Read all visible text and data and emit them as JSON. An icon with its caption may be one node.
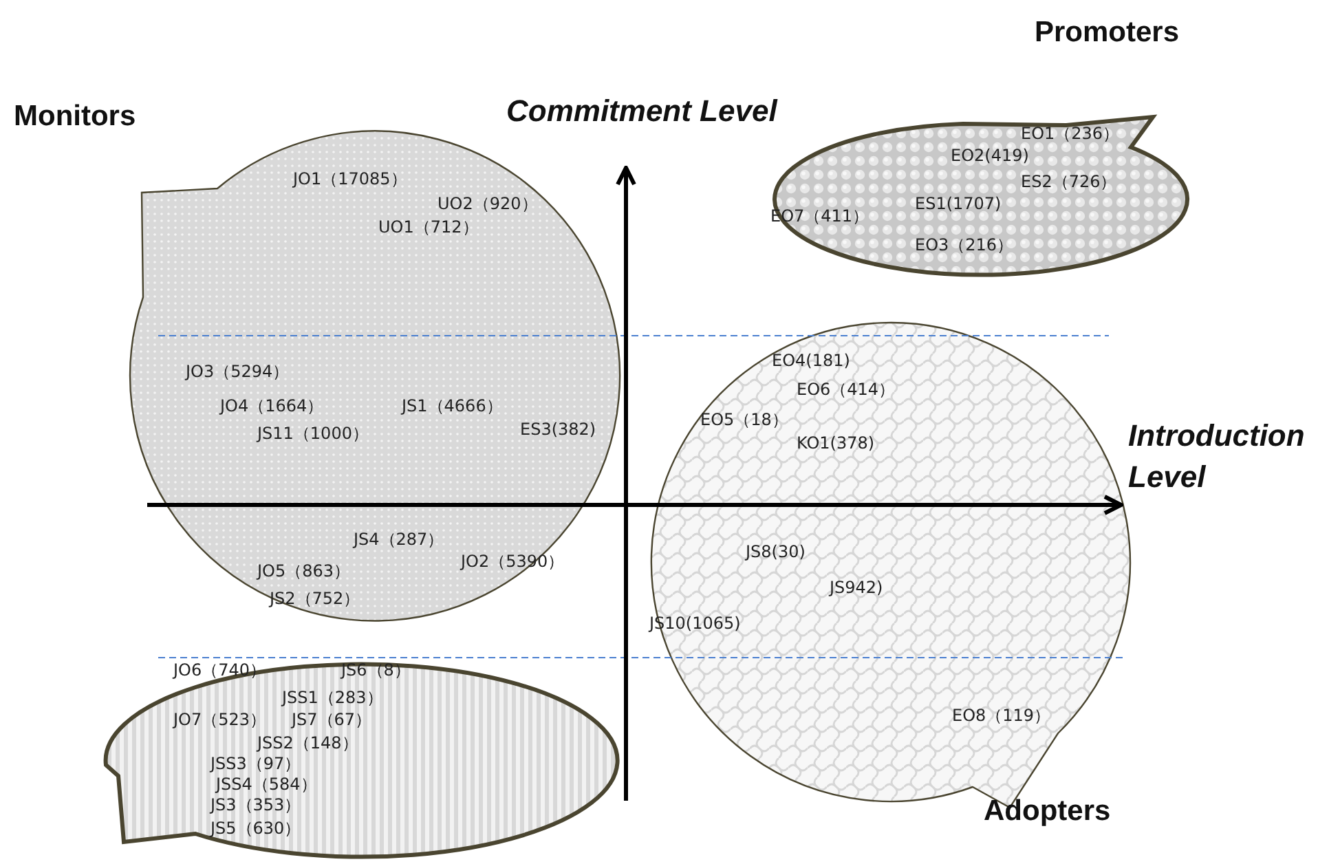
{
  "diagram": {
    "nodes": [
      {
        "text": [
          "Monitors",
          "JO1（17085）",
          "UO2（920）",
          "UO1（712）",
          "JO3（5294）",
          "JO4（1664）",
          "JS1（4666）",
          "JS11（1000）",
          "ES3(382)",
          "JS4（287）",
          "JO5（863）",
          "JS2（752）",
          "JO2（5390）"
        ]
      },
      {
        "text": [
          "Promoters",
          "EO1（236）",
          "EO2(419)",
          "ES2（726）",
          "ES1(1707)",
          "EO7（411）",
          "EO3（216）"
        ]
      },
      {
        "text": [
          "EO4(181)",
          "EO6（414）",
          "EO5（18）",
          "KO1(378)",
          "JS8(30)",
          "JS942)",
          "JS10(1065)",
          "EO8（119）",
          "Adopters"
        ]
      },
      {
        "text": [
          "JO6（740）",
          "JS6（8）",
          "JSS1（283）",
          "JO7（523）",
          "JS7（67）",
          "JSS2（148）",
          "JSS3（97）",
          "JSS4（584）",
          "JS3（353）",
          "JS5（630）"
        ]
      }
    ],
    "edges": [],
    "labels": [
      "Commitment Level",
      "Introduction Level"
    ]
  }
}
